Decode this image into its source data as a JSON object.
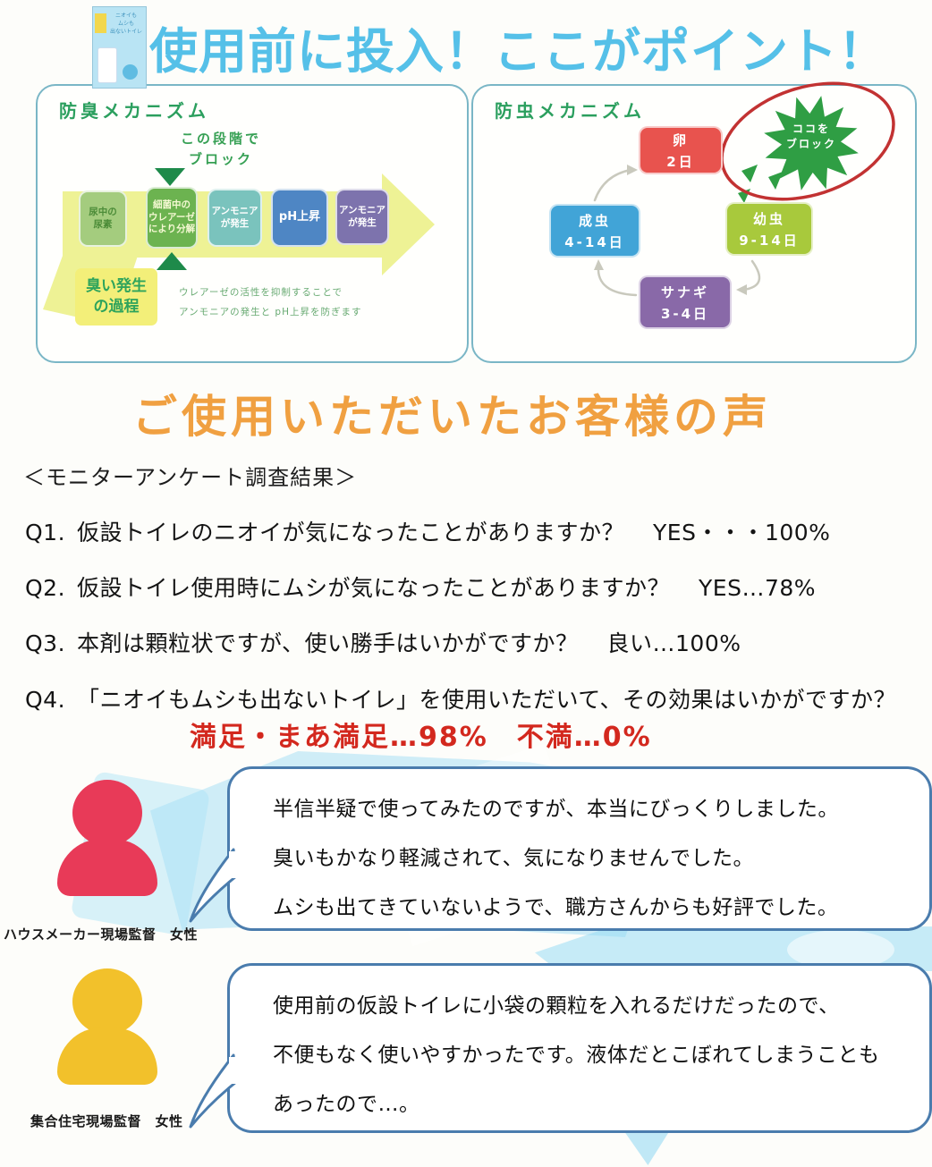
{
  "header": {
    "title": "使用前に投入！ここがポイント！",
    "product_label": "ニオイも\nムシも\n出ないトイレ"
  },
  "colors": {
    "header_blue": "#55c0e8",
    "heading_orange": "#f0a041",
    "emphasis_red": "#d3281e",
    "panel_border": "#7ab6c6",
    "bubble_border": "#4a7cad",
    "arrow_yellow": "#eef295",
    "block_green": "#2f9e44",
    "circle_red": "#c23232"
  },
  "odor_panel": {
    "title": "防臭メカニズム",
    "block_note": "この段階で\nブロック",
    "steps": [
      {
        "label": "尿中の\n尿素",
        "color": "#a4cc7e"
      },
      {
        "label": "細菌中の\nウレアーゼ\nにより分解",
        "color": "#6cb350"
      },
      {
        "label": "アンモニア\nが発生",
        "color": "#7ac3bd"
      },
      {
        "label": "pH上昇",
        "color": "#4e86c4"
      },
      {
        "label": "アンモニア\nが発生",
        "color": "#7d73ad"
      }
    ],
    "process_tag": "臭い発生\nの過程",
    "process_tag_color": "#f3ef79",
    "note_line1": "ウレアーゼの活性を抑制することで",
    "note_line2": "アンモニアの発生と pH上昇を防ぎます"
  },
  "insect_panel": {
    "title": "防虫メカニズム",
    "stages": [
      {
        "name": "卵",
        "duration": "2日",
        "color": "#e8534e"
      },
      {
        "name": "幼虫",
        "duration": "9-14日",
        "color": "#a8c93c"
      },
      {
        "name": "サナギ",
        "duration": "3-4日",
        "color": "#8969a8"
      },
      {
        "name": "成虫",
        "duration": "4-14日",
        "color": "#41a4d7"
      }
    ],
    "block_badge": "ココを\nブロック"
  },
  "voice": {
    "heading": "ご使用いただいたお客様の声",
    "survey_title": "＜モニターアンケート調査結果＞",
    "questions": [
      {
        "q": "Q1.",
        "text": "仮設トイレのニオイが気になったことがありますか？",
        "answer": "YES・・・100%"
      },
      {
        "q": "Q2.",
        "text": "仮設トイレ使用時にムシが気になったことがありますか？",
        "answer": "YES…78%"
      },
      {
        "q": "Q3.",
        "text": "本剤は顆粒状ですが、使い勝手はいかがですか？",
        "answer": "良い…100%"
      },
      {
        "q": "Q4.",
        "text": "「ニオイもムシも出ないトイレ」を使用いただいて、その効果はいかがですか？",
        "answer": ""
      }
    ],
    "q4_result": "満足・まあ満足…98%　不満…0%"
  },
  "testimonials": [
    {
      "person_color": "#e83a58",
      "role": "ハウスメーカー現場監督　女性",
      "lines": [
        "半信半疑で使ってみたのですが、本当にびっくりしました。",
        "臭いもかなり軽減されて、気になりませんでした。",
        "ムシも出てきていないようで、職方さんからも好評でした。"
      ]
    },
    {
      "person_color": "#f2c12b",
      "role": "集合住宅現場監督　女性",
      "lines": [
        "使用前の仮設トイレに小袋の顆粒を入れるだけだったので、",
        "不便もなく使いやすかったです。液体だとこぼれてしまうことも",
        "あったので…。"
      ]
    }
  ]
}
